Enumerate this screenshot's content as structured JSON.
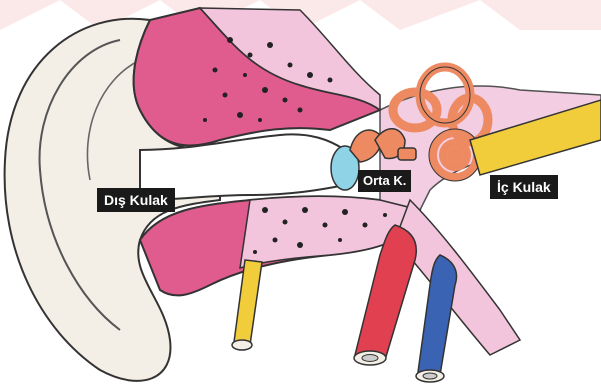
{
  "labels": {
    "outer_ear": "Dış Kulak",
    "middle_ear": "Orta K.",
    "inner_ear": "İç Kulak"
  },
  "colors": {
    "label_bg": "#1a1a1a",
    "label_text": "#ffffff",
    "skin": "#f3eee6",
    "canal_pink": "#e15c8e",
    "bone_pink": "#f2c5dc",
    "ossicles": "#ee8a62",
    "nerve": "#f1cd3c",
    "artery": "#e0404f",
    "vein": "#3b63b4",
    "eardrum": "#8fd3e6",
    "header_tint": "#e88080"
  }
}
